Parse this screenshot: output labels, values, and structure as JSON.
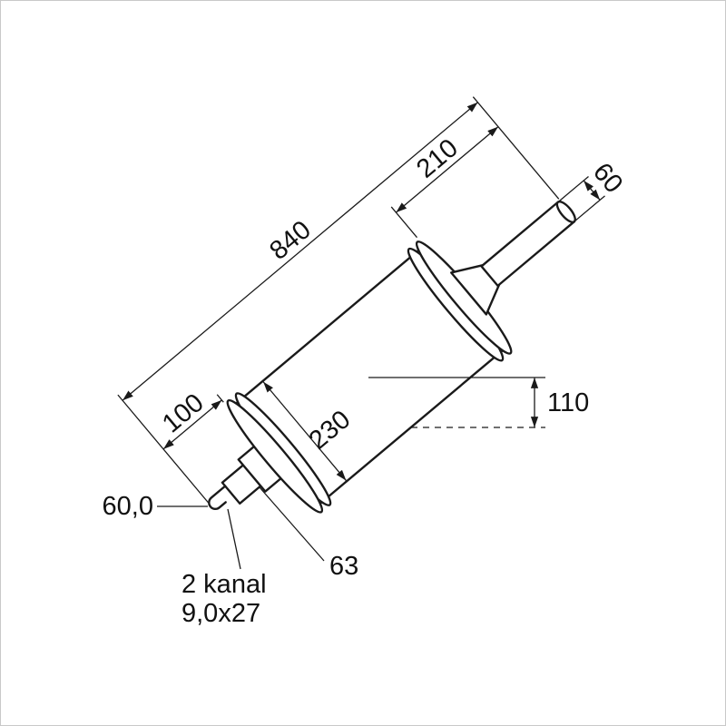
{
  "drawing": {
    "dimensions": {
      "total_length": "840",
      "outlet_pipe_length": "210",
      "outlet_pipe_diameter": "60",
      "centerline_offset": "110",
      "body_dimension": "230",
      "inlet_stub_length": "100",
      "channel_offset": "60,0",
      "inlet_pipe_diameter": "63"
    },
    "notes": {
      "channel_line1": "2 kanal",
      "channel_line2": "9,0x27"
    },
    "colors": {
      "line": "#1a1a1a",
      "background": "#ffffff",
      "border": "#c9c9c9"
    }
  }
}
